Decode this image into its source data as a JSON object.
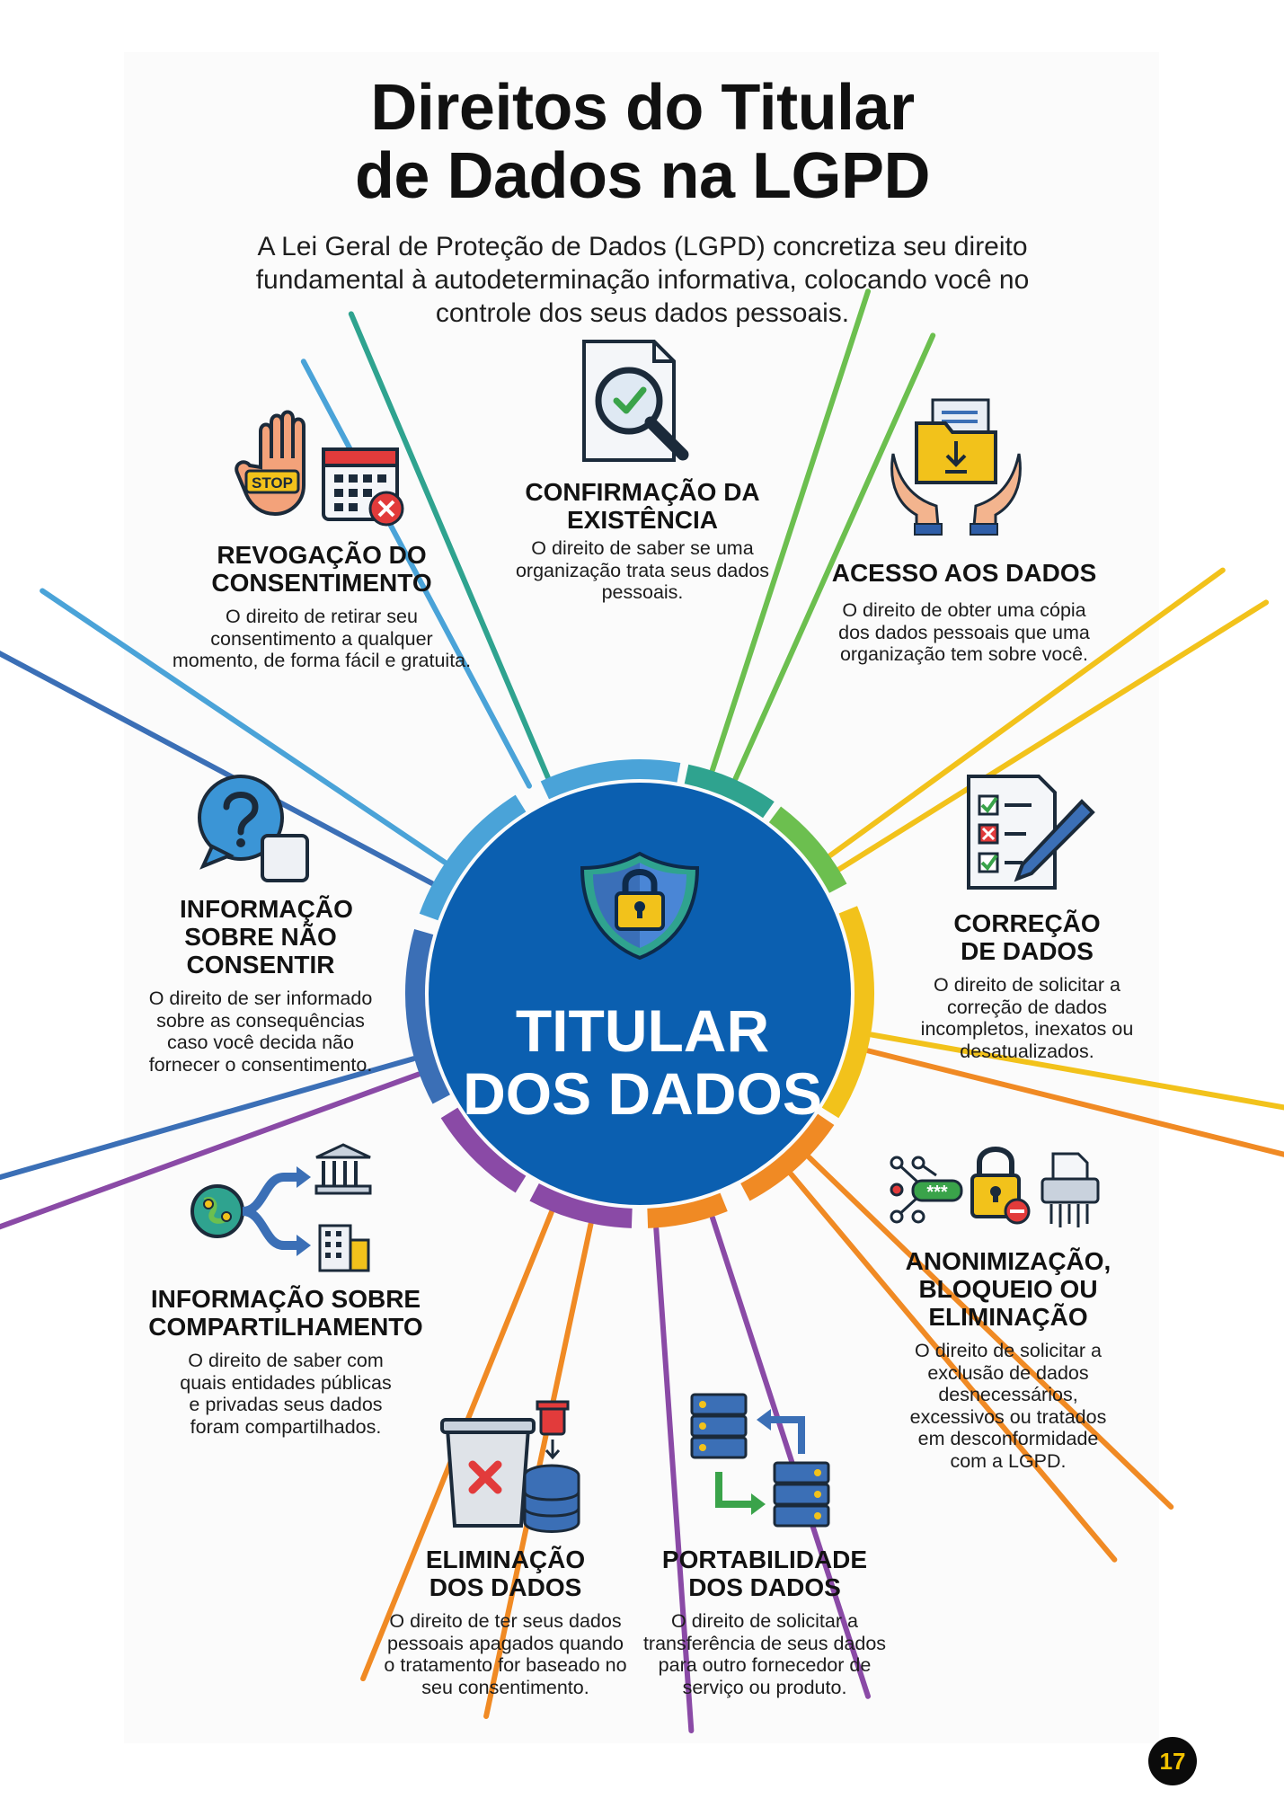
{
  "title": {
    "line1": "Direitos do Titular",
    "line2": "de Dados na LGPD"
  },
  "subtitle": "A Lei Geral de Proteção de Dados (LGPD) concretiza seu direito fundamental à autodeterminação informativa, colocando você no controle dos seus dados pessoais.",
  "center": {
    "line1": "TITULAR",
    "line2": "DOS DADOS",
    "icon": "shield-lock-icon"
  },
  "rights": [
    {
      "key": "confirmacao",
      "title": "CONFIRMAÇÃO DA EXISTÊNCIA",
      "desc": "O direito de saber se uma organização trata seus dados pessoais.",
      "icon": "document-magnifier-check-icon"
    },
    {
      "key": "acesso",
      "title": "ACESSO AOS DADOS",
      "desc": "O direito de obter uma cópia dos dados pessoais que uma organização tem sobre você.",
      "icon": "hands-folder-icon"
    },
    {
      "key": "correcao",
      "title": "CORREÇÃO DE DADOS",
      "desc": "O direito de solicitar a correção de dados incompletos, inexatos ou desatualizados.",
      "icon": "checklist-pen-icon"
    },
    {
      "key": "anonimizacao",
      "title": "ANONIMIZAÇÃO, BLOQUEIO OU ELIMINAÇÃO",
      "desc": "O direito de solicitar a exclusão de dados desnecessários, excessivos ou tratados em desconformidade com a LGPD.",
      "icon": "network-lock-shredder-icon"
    },
    {
      "key": "portabilidade",
      "title": "PORTABILIDADE DOS DADOS",
      "desc": "O direito de solicitar a transferência de seus dados para outro fornecedor de serviço ou produto.",
      "icon": "servers-transfer-icon"
    },
    {
      "key": "eliminacao",
      "title": "ELIMINAÇÃO DOS DADOS",
      "desc": "O direito de ter seus dados pessoais apagados quando o tratamento for baseado no seu consentimento.",
      "icon": "trash-database-icon"
    },
    {
      "key": "compartilhamento",
      "title": "INFORMAÇÃO SOBRE COMPARTILHAMENTO",
      "desc": "O direito de saber com quais entidades públicas e privadas seus dados foram compartilhados.",
      "icon": "globe-share-buildings-icon"
    },
    {
      "key": "nao_consentir",
      "title": "INFORMAÇÃO SOBRE NÃO CONSENTIR",
      "desc": "O direito de ser informado sobre as consequências caso você decida não fornecer o consentimento.",
      "icon": "question-bubble-icon"
    },
    {
      "key": "revogacao",
      "title": "REVOGAÇÃO DO CONSENTIMENTO",
      "desc": "O direito de retirar seu consentimento a qualquer momento, de forma fácil e gratuita.",
      "icon": "stop-hand-calendar-icon"
    }
  ],
  "icon_text": {
    "stop": "STOP",
    "password": "***"
  },
  "page_number": "17",
  "colors": {
    "center_blue": "#0b5fb0",
    "teal": "#2fa38f",
    "green": "#6cbf4f",
    "yellow": "#f2c21b",
    "orange": "#f08a24",
    "purple": "#8a4aa6",
    "blue": "#3b6fb6",
    "light_blue": "#4aa3d8"
  }
}
